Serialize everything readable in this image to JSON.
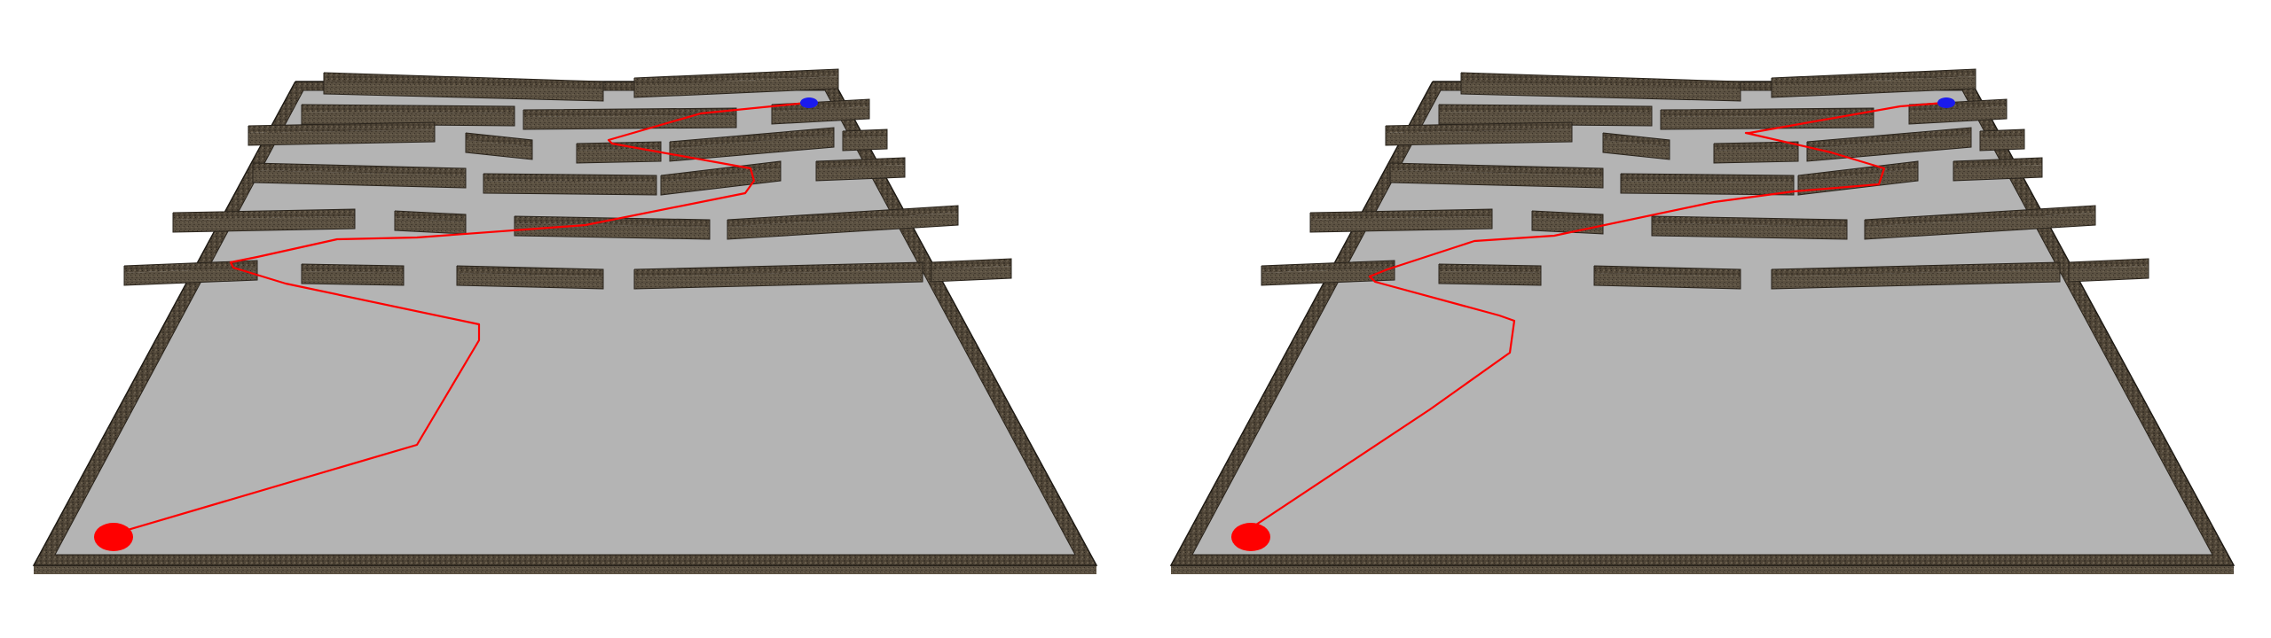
{
  "colors": {
    "background": "#ffffff",
    "floor": "#b4b4b4",
    "wall_top": "#4e4436",
    "wall_front": "#5d5344",
    "wall_side": "#3a3228",
    "wall_dark": "#2a241c",
    "path": "#ff0000",
    "start_marker": "#ff0000",
    "goal_marker": "#1a1aee"
  },
  "panels": [
    {
      "id": "left",
      "description_name": "maze-panel-left",
      "path_variant": "a"
    },
    {
      "id": "right",
      "description_name": "maze-panel-right",
      "path_variant": "b"
    }
  ]
}
